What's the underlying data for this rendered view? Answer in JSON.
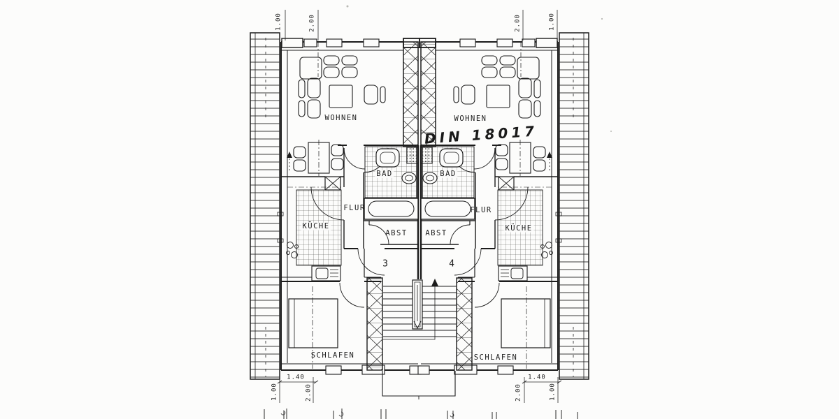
{
  "plan": {
    "annotation_handwritten": "DIN 18017",
    "apartment_left": {
      "unit_number": "3",
      "wohnen": "WOHNEN",
      "bad": "BAD",
      "flur": "FLUR",
      "kueche": "KÜCHE",
      "abst": "ABST",
      "schlafen": "SCHLAFEN"
    },
    "apartment_right": {
      "unit_number": "4",
      "wohnen": "WOHNEN",
      "bad": "BAD",
      "flur": "FLUR",
      "kueche": "KÜCHE",
      "abst": "ABST",
      "schlafen": "SCHLAFEN"
    },
    "dimensions": {
      "top_left": [
        "1.00",
        "2.00"
      ],
      "top_right": [
        "2.00",
        "1.00"
      ],
      "bottom_left": {
        "width": "1.40",
        "ticks": [
          "1.00",
          "2.00"
        ]
      },
      "bottom_right": {
        "width": "1.40",
        "ticks": [
          "2.00",
          "1.00"
        ]
      }
    },
    "colors": {
      "ink": "#1c1c1c",
      "paper": "#fcfcfb"
    }
  }
}
